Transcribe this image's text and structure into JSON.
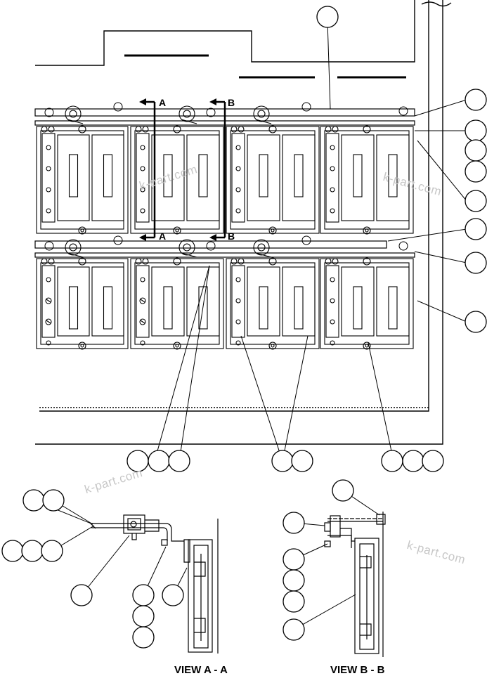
{
  "section_labels": {
    "a_top": "A",
    "b_top": "B",
    "a_bottom": "A",
    "b_bottom": "B"
  },
  "views": {
    "left": "VIEW A - A",
    "right": "VIEW B - B"
  },
  "watermarks": [
    "k-part.com",
    "k-part.com",
    "k-part.com",
    "k-part.com"
  ],
  "colors": {
    "line": "#000000",
    "watermark": "#c7c7c7",
    "background": "#ffffff"
  }
}
